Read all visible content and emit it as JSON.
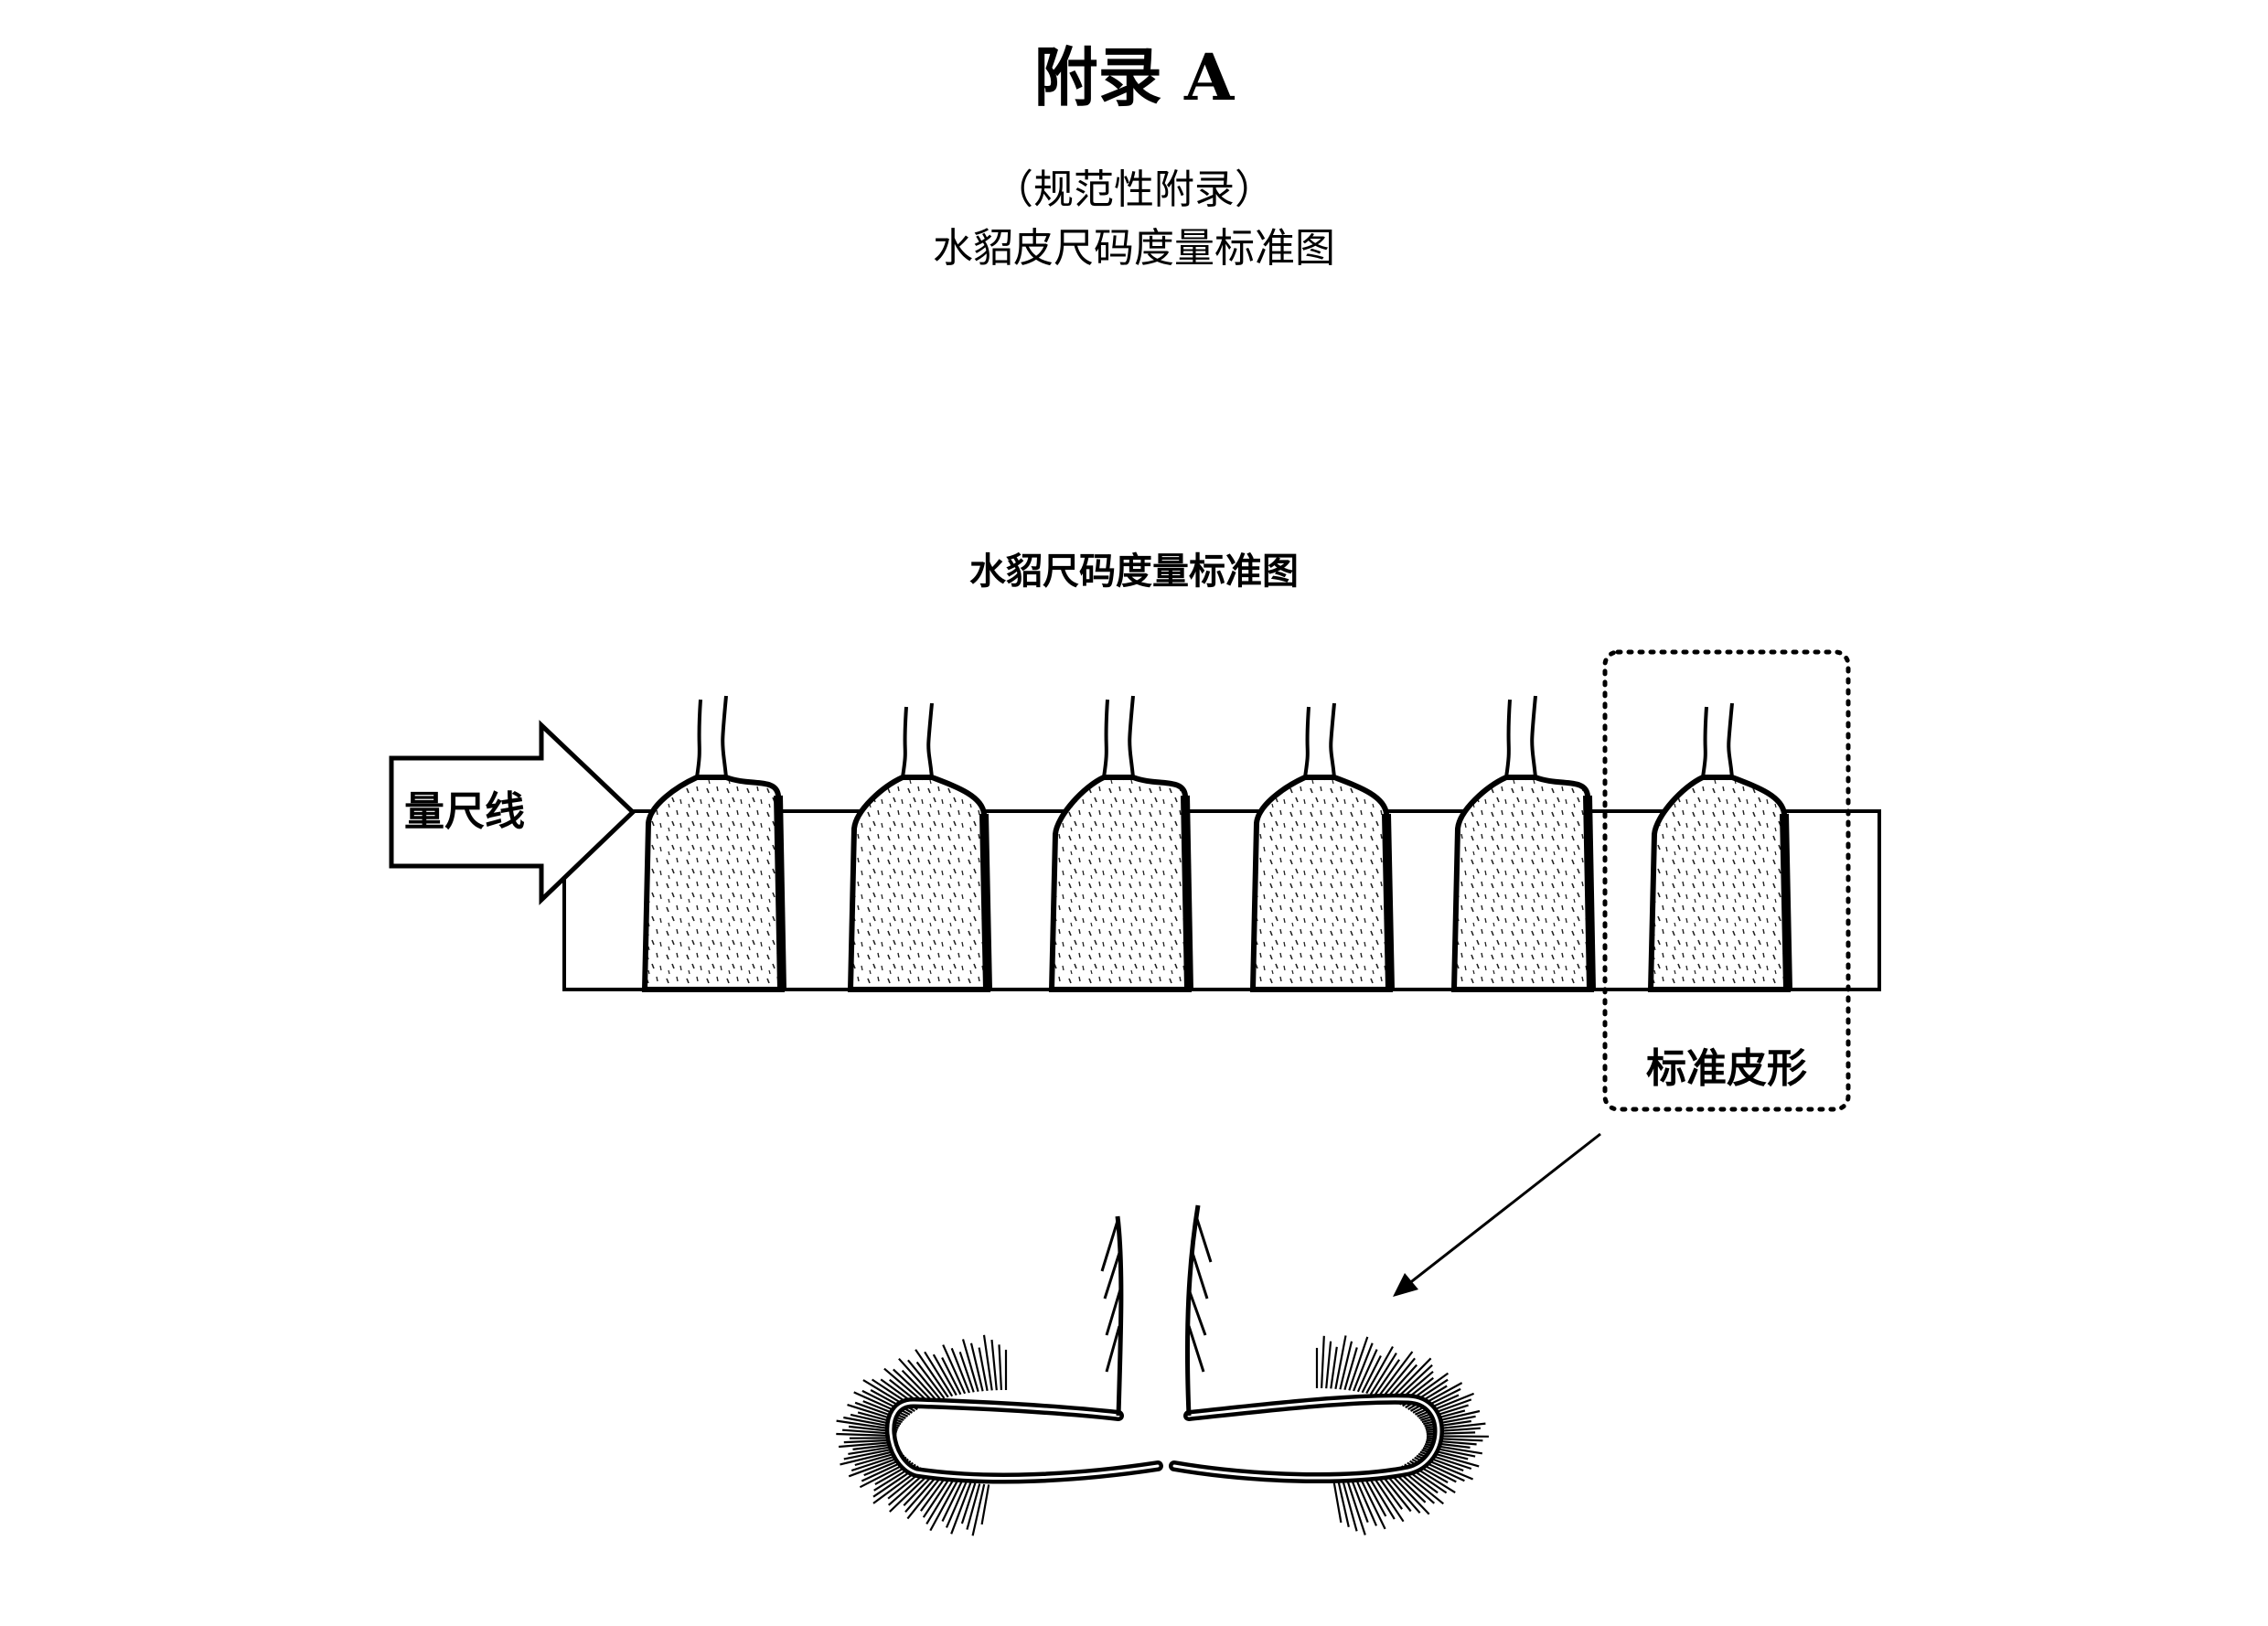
{
  "page": {
    "appendix_title": "附录 A",
    "appendix_type": "（规范性附录）",
    "appendix_subtitle": "水貂皮尺码度量标准图"
  },
  "figure": {
    "title": "水貂尺码度量标准图",
    "arrow_label": "量尺线",
    "standard_box_label": "标准皮形",
    "pelt_count": 6
  }
}
